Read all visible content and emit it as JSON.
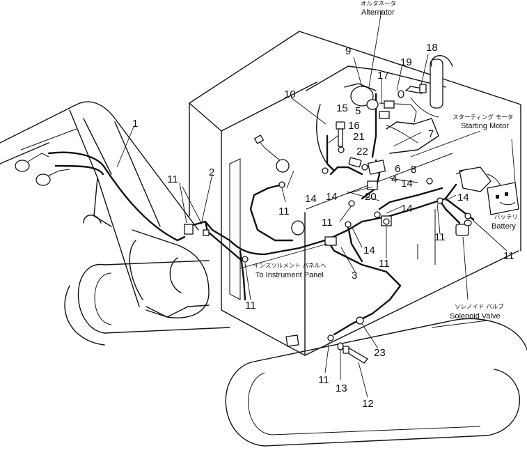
{
  "part_numbers": [
    "1",
    "2",
    "3",
    "4",
    "5",
    "6",
    "7",
    "8",
    "9",
    "10",
    "11",
    "12",
    "13",
    "14",
    "15",
    "16",
    "17",
    "18",
    "19",
    "20",
    "21",
    "22",
    "23"
  ],
  "labels": {
    "alternator_jp": "オルタネータ",
    "alternator": "Alternator",
    "starting_motor_jp": "スターティング モータ",
    "starting_motor": "Starting Motor",
    "battery_jp": "バッテリ",
    "battery": "Battery",
    "instrument_panel_jp": "インスツルメント パネルヘ",
    "instrument_panel": "To Instrument Panel",
    "solenoid_valve_jp": "ソレノイド バルブ",
    "solenoid_valve": "Solenoid Valve"
  }
}
